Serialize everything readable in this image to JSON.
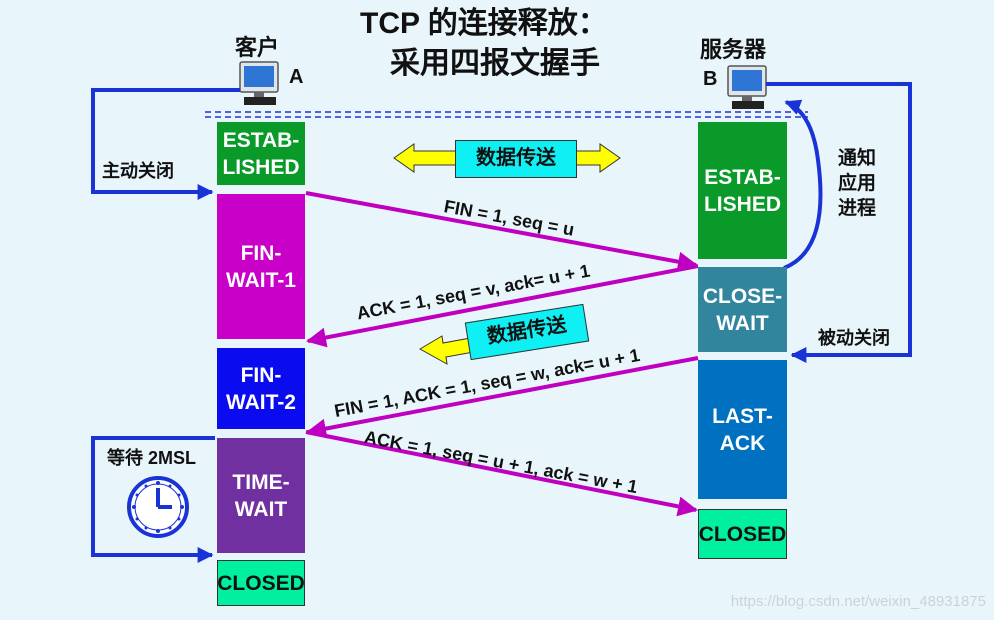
{
  "title": {
    "line1": "TCP 的连接释放：",
    "line2": "采用四报文握手"
  },
  "client": {
    "name": "客户",
    "letter": "A"
  },
  "server": {
    "name": "服务器",
    "letter": "B"
  },
  "annotations": {
    "active_close": "主动关闭",
    "passive_close": "被动关闭",
    "notify_app": "通知\n应用\n进程",
    "wait_2msl": "等待 2MSL",
    "data_transfer_top": "数据传送",
    "data_transfer_mid": "数据传送"
  },
  "client_states": [
    {
      "label": "ESTAB-\nLISHED",
      "color": "#0a9a2a"
    },
    {
      "label": "FIN-\nWAIT-1",
      "color": "#c800c8"
    },
    {
      "label": "FIN-\nWAIT-2",
      "color": "#0b0bf0"
    },
    {
      "label": "TIME-\nWAIT",
      "color": "#7030a0"
    },
    {
      "label": "CLOSED",
      "color": "#00f0a0"
    }
  ],
  "server_states": [
    {
      "label": "ESTAB-\nLISHED",
      "color": "#0a9a2a"
    },
    {
      "label": "CLOSE-\nWAIT",
      "color": "#31859c"
    },
    {
      "label": "LAST-\nACK",
      "color": "#0070c0"
    },
    {
      "label": "CLOSED",
      "color": "#00f0a0"
    }
  ],
  "messages": [
    {
      "text": "FIN = 1, seq = u"
    },
    {
      "text": "ACK = 1, seq = v, ack= u + 1"
    },
    {
      "text": "FIN = 1, ACK = 1, seq = w, ack= u + 1"
    },
    {
      "text": "ACK = 1, seq = u + 1, ack = w + 1"
    }
  ],
  "watermark": "https://blog.csdn.net/weixin_48931875",
  "colors": {
    "message_arrow": "#c000c0",
    "control_arrow": "#1a33d6",
    "data_arrow": "#ffff00",
    "background": "#e8f6fb"
  }
}
